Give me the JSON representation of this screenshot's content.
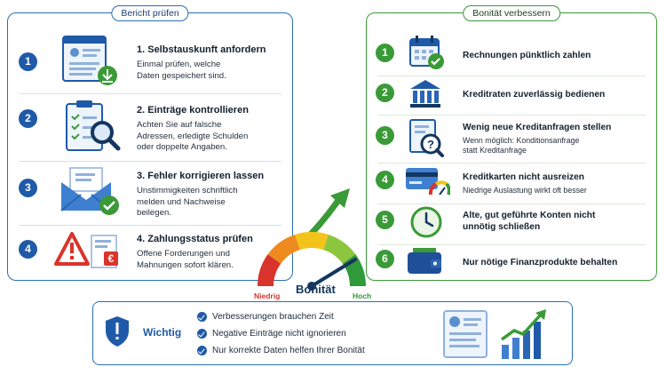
{
  "left_panel": {
    "title": "Bericht prüfen",
    "steps": [
      {
        "number": "1",
        "icon": "report-download-icon",
        "title": "1. Selbstauskunft anfordern",
        "desc": [
          "Einmal prüfen, welche",
          "Daten gespeichert sind."
        ]
      },
      {
        "number": "2",
        "icon": "clipboard-magnifier-icon",
        "title": "2. Einträge kontrollieren",
        "desc": [
          "Achten Sie auf falsche",
          "Adressen, erledigte Schulden",
          "oder doppelte Angaben."
        ]
      },
      {
        "number": "3",
        "icon": "envelope-check-icon",
        "title": "3. Fehler korrigieren lassen",
        "desc": [
          "Unstimmigkeiten schriftlich",
          "melden und Nachweise",
          "beilegen."
        ]
      },
      {
        "number": "4",
        "icon": "warning-invoice-icon",
        "title": "4. Zahlungsstatus prüfen",
        "desc": [
          "Offene Forderungen und",
          "Mahnungen sofort klären."
        ]
      }
    ]
  },
  "right_panel": {
    "title": "Bonität verbessern",
    "steps": [
      {
        "number": "1",
        "icon": "calendar-check-icon",
        "title": [
          "Rechnungen pünktlich zahlen"
        ],
        "desc": []
      },
      {
        "number": "2",
        "icon": "bank-icon",
        "title": [
          "Kreditraten zuverlässig bedienen"
        ],
        "desc": []
      },
      {
        "number": "3",
        "icon": "document-question-icon",
        "title": [
          "Wenig neue Kreditanfragen stellen"
        ],
        "desc": [
          "Wenn möglich: Konditionsanfrage",
          "statt Kreditanfrage"
        ]
      },
      {
        "number": "4",
        "icon": "credit-card-gauge-icon",
        "title": [
          "Kreditkarten nicht ausreizen"
        ],
        "desc": [
          "Niedrige Auslastung wirkt oft besser"
        ]
      },
      {
        "number": "5",
        "icon": "clock-icon",
        "title": [
          "Alte, gut geführte Konten nicht",
          "unnötig schließen"
        ],
        "desc": []
      },
      {
        "number": "6",
        "icon": "wallet-icon",
        "title": [
          "Nur nötige Finanzprodukte behalten"
        ],
        "desc": []
      }
    ]
  },
  "gauge": {
    "label": "Bonität",
    "low_label": "Niedrig",
    "high_label": "Hoch",
    "colors": [
      "#d9342b",
      "#ef8a1f",
      "#f3c31a",
      "#8cc63f",
      "#2f9a3a"
    ]
  },
  "important": {
    "label": "Wichtig",
    "items": [
      "Verbesserungen brauchen Zeit",
      "Negative Einträge nicht ignorieren",
      "Nur korrekte Daten helfen Ihrer Bonität"
    ]
  },
  "colors": {
    "blue": "#1f5aa8",
    "green": "#3a9a37"
  }
}
